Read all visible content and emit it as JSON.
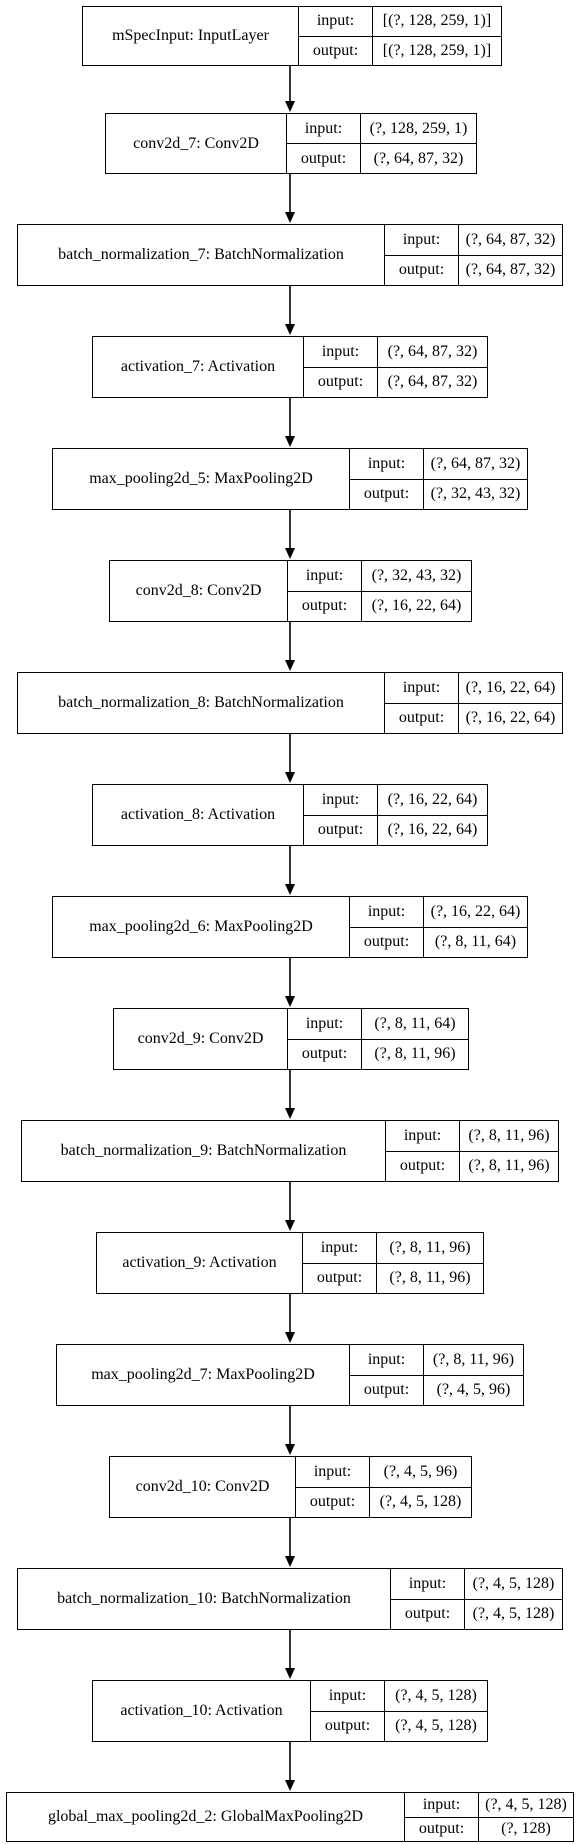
{
  "input_label": "input:",
  "output_label": "output:",
  "layers": [
    {
      "title": "mSpecInput: InputLayer",
      "input": "[(?, 128, 259, 1)]",
      "output": "[(?, 128, 259, 1)]"
    },
    {
      "title": "conv2d_7: Conv2D",
      "input": "(?, 128, 259, 1)",
      "output": "(?, 64, 87, 32)"
    },
    {
      "title": "batch_normalization_7: BatchNormalization",
      "input": "(?, 64, 87, 32)",
      "output": "(?, 64, 87, 32)"
    },
    {
      "title": "activation_7: Activation",
      "input": "(?, 64, 87, 32)",
      "output": "(?, 64, 87, 32)"
    },
    {
      "title": "max_pooling2d_5: MaxPooling2D",
      "input": "(?, 64, 87, 32)",
      "output": "(?, 32, 43, 32)"
    },
    {
      "title": "conv2d_8: Conv2D",
      "input": "(?, 32, 43, 32)",
      "output": "(?, 16, 22, 64)"
    },
    {
      "title": "batch_normalization_8: BatchNormalization",
      "input": "(?, 16, 22, 64)",
      "output": "(?, 16, 22, 64)"
    },
    {
      "title": "activation_8: Activation",
      "input": "(?, 16, 22, 64)",
      "output": "(?, 16, 22, 64)"
    },
    {
      "title": "max_pooling2d_6: MaxPooling2D",
      "input": "(?, 16, 22, 64)",
      "output": "(?, 8, 11, 64)"
    },
    {
      "title": "conv2d_9: Conv2D",
      "input": "(?, 8, 11, 64)",
      "output": "(?, 8, 11, 96)"
    },
    {
      "title": "batch_normalization_9: BatchNormalization",
      "input": "(?, 8, 11, 96)",
      "output": "(?, 8, 11, 96)"
    },
    {
      "title": "activation_9: Activation",
      "input": "(?, 8, 11, 96)",
      "output": "(?, 8, 11, 96)"
    },
    {
      "title": "max_pooling2d_7: MaxPooling2D",
      "input": "(?, 8, 11, 96)",
      "output": "(?, 4, 5, 96)"
    },
    {
      "title": "conv2d_10: Conv2D",
      "input": "(?, 4, 5, 96)",
      "output": "(?, 4, 5, 128)"
    },
    {
      "title": "batch_normalization_10: BatchNormalization",
      "input": "(?, 4, 5, 128)",
      "output": "(?, 4, 5, 128)"
    },
    {
      "title": "activation_10: Activation",
      "input": "(?, 4, 5, 128)",
      "output": "(?, 4, 5, 128)"
    },
    {
      "title": "global_max_pooling2d_2: GlobalMaxPooling2D",
      "input": "(?, 4, 5, 128)",
      "output": "(?, 128)"
    }
  ]
}
